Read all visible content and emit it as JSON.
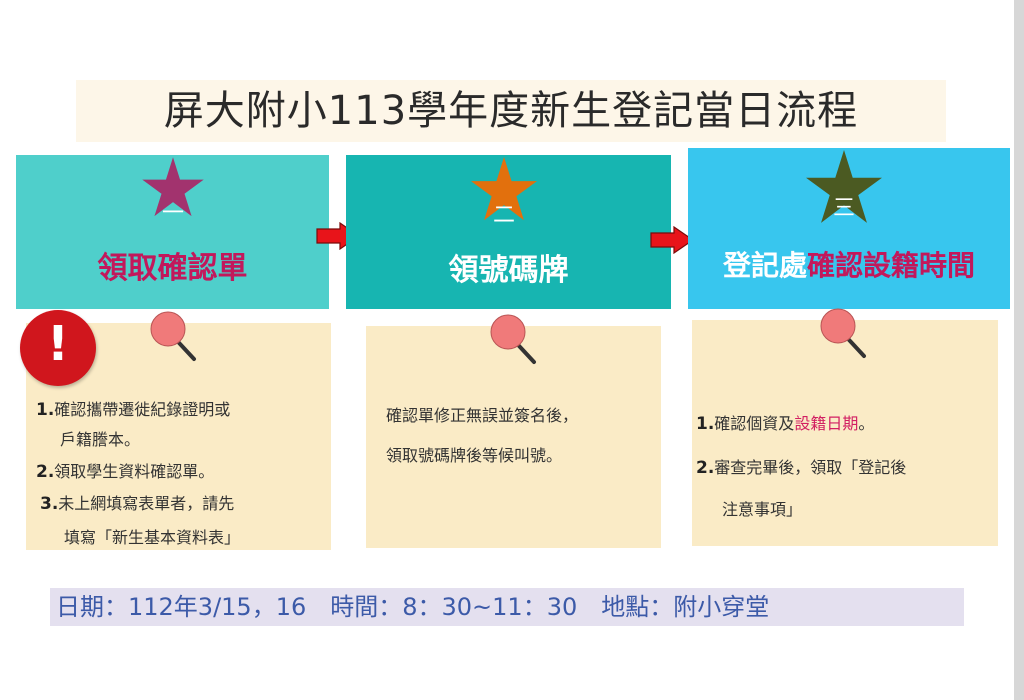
{
  "title": "屏大附小113學年度新生登記當日流程",
  "steps": [
    {
      "number": "一",
      "label": "領取確認單",
      "star_color": "#a2336e",
      "box_color": "#4fcfcb",
      "label_color": "#c2185b"
    },
    {
      "number": "二",
      "label": "領號碼牌",
      "star_color": "#e2700d",
      "box_color": "#17b5b1",
      "label_color": "#ffffff"
    },
    {
      "number": "三",
      "label_white": "登記處",
      "label_pink": "確認設籍時間",
      "star_color": "#4b5a22",
      "box_color": "#38c6ee"
    }
  ],
  "notes": {
    "n1": {
      "l1_num": "1.",
      "l1": "確認攜帶遷徙紀錄證明或",
      "l1b": "戶籍謄本。",
      "l2_num": "2.",
      "l2": "領取學生資料確認單。",
      "l3_num": "3.",
      "l3": "未上網填寫表單者，請先",
      "l3b": "填寫「新生基本資料表」"
    },
    "n2": {
      "l1": "確認單修正無誤並簽名後，",
      "l2": "領取號碼牌後等候叫號。"
    },
    "n3": {
      "l1_num": "1.",
      "l1_a": "確認個資及",
      "l1_hl": "設籍日期",
      "l1_b": "。",
      "l2_num": "2.",
      "l2": "審查完畢後，領取「登記後",
      "l2b": "注意事項」"
    }
  },
  "alert_mark": "!",
  "footer": "日期：112年3/15，16　時間：8：30~11：30　地點：附小穿堂",
  "colors": {
    "note_bg": "#faebc6",
    "pin": "#f07a7a",
    "highlight": "#d21f62",
    "footer_text": "#3c5aa8"
  },
  "icons": [
    "star-icon",
    "right-arrow-icon",
    "push-pin-icon",
    "exclamation-icon"
  ]
}
